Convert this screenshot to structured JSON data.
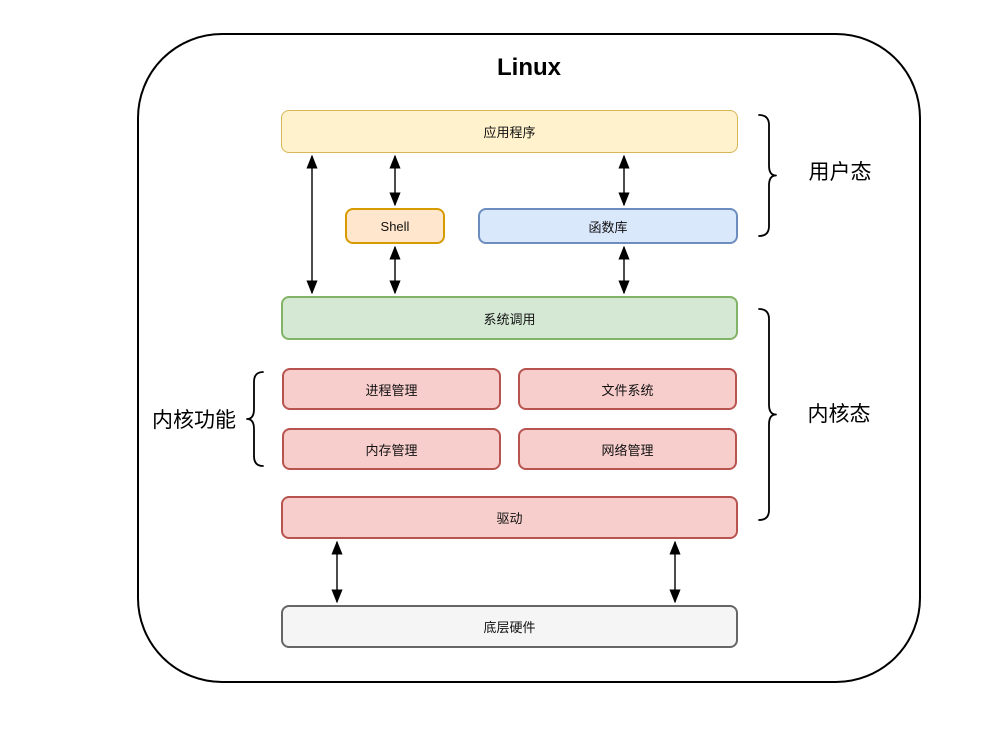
{
  "title": "Linux",
  "diagram": {
    "boxes": {
      "applications": {
        "label": "应用程序"
      },
      "shell": {
        "label": "Shell"
      },
      "library": {
        "label": "函数库"
      },
      "syscall": {
        "label": "系统调用"
      },
      "process": {
        "label": "进程管理"
      },
      "filesystem": {
        "label": "文件系统"
      },
      "memory": {
        "label": "内存管理"
      },
      "network": {
        "label": "网络管理"
      },
      "driver": {
        "label": "驱动"
      },
      "hardware": {
        "label": "底层硬件"
      }
    },
    "annotations": {
      "user_mode": "用户态",
      "kernel_mode": "内核态",
      "kernel_functions": "内核功能"
    },
    "colors": {
      "applications_fill": "#FFF2CC",
      "applications_stroke": "#D6B656",
      "shell_fill": "#FFE6CC",
      "shell_stroke": "#D79B00",
      "library_fill": "#DAE8FC",
      "library_stroke": "#6C8EBF",
      "syscall_fill": "#D5E8D4",
      "syscall_stroke": "#82B366",
      "kernel_fill": "#F8CECC",
      "kernel_stroke": "#B85450",
      "hardware_fill": "#F5F5F5",
      "hardware_stroke": "#666666",
      "line": "#000000"
    }
  }
}
